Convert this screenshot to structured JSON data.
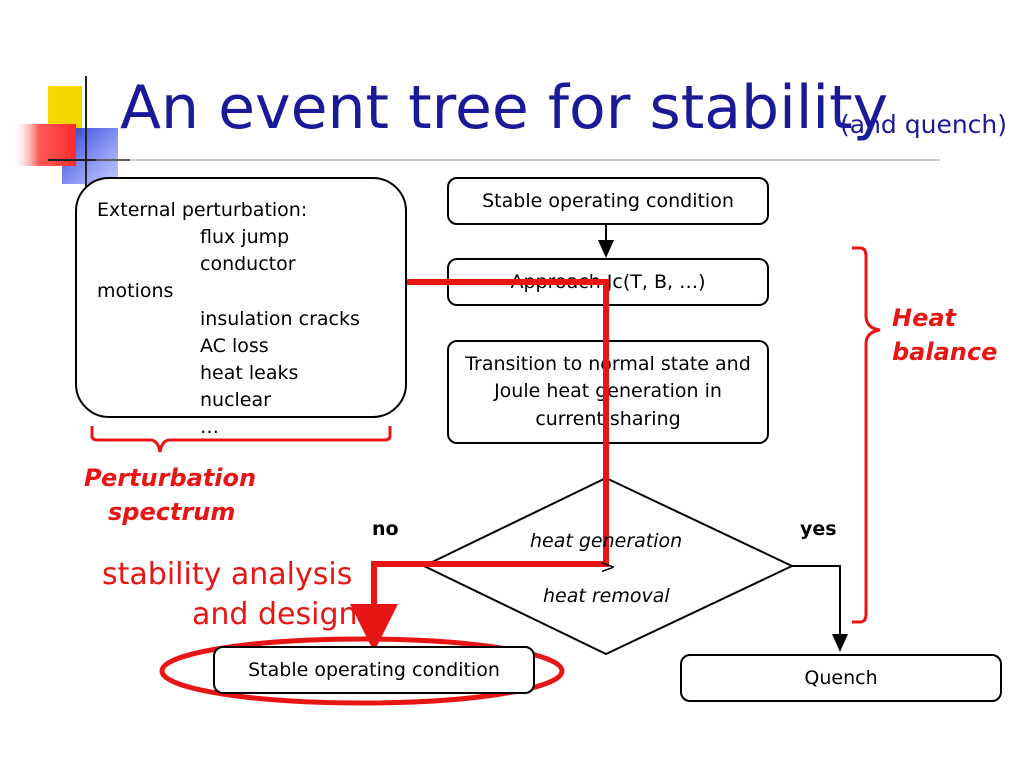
{
  "title": {
    "main": "An event tree for stability",
    "sub": "(and quench)"
  },
  "perturbation_box": {
    "heading": "External perturbation:",
    "items": [
      "flux jump",
      "conductor",
      "motions",
      "insulation cracks",
      "AC loss",
      "heat leaks",
      "nuclear",
      "…"
    ]
  },
  "labels": {
    "perturbation_spectrum_line1": "Perturbation",
    "perturbation_spectrum_line2": "spectrum",
    "stability_line1": "stability analysis",
    "stability_line2": "and design",
    "heat_balance_line1": "Heat",
    "heat_balance_line2": "balance",
    "no": "no",
    "yes": "yes"
  },
  "flow": {
    "top_stable": "Stable operating condition",
    "approach": "Approach Jc(T, B, …)",
    "transition": "Transition to normal state and Joule heat generation in current sharing",
    "decision_top": "heat generation",
    "decision_op": ">",
    "decision_bottom": "heat removal",
    "bottom_stable": "Stable operating condition",
    "quench": "Quench"
  },
  "colors": {
    "title": "#1a1a99",
    "accent_red": "#e81515",
    "logo_yellow": "#f5d800",
    "logo_blue": "#2a3ad6"
  }
}
